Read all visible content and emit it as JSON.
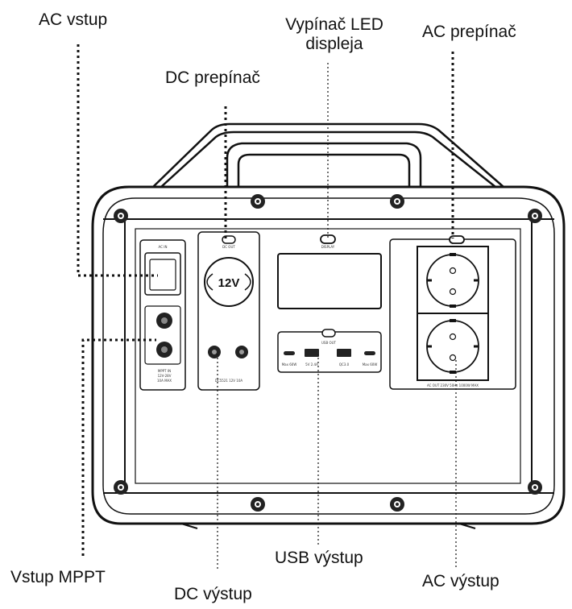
{
  "labels": {
    "ac_input": "AC vstup",
    "led_switch_line1": "Vypínač LED",
    "led_switch_line2": "displeja",
    "ac_switch": "AC prepínač",
    "dc_switch": "DC prepínač",
    "mppt_input": "Vstup MPPT",
    "dc_output": "DC výstup",
    "usb_output": "USB výstup",
    "ac_output": "AC výstup"
  },
  "device": {
    "cig_socket_text": "12V"
  }
}
